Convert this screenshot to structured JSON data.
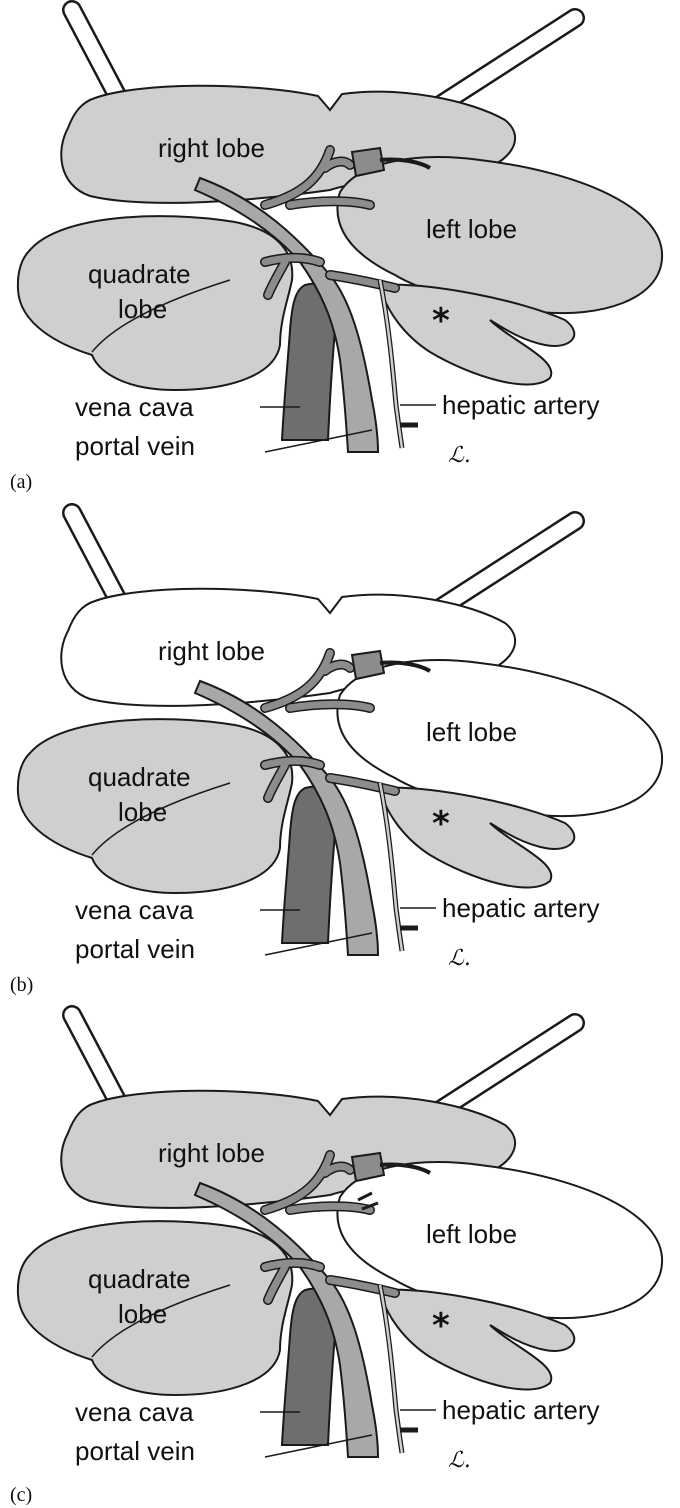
{
  "colors": {
    "lobe_gray": "#cfcfcf",
    "lobe_white": "#ffffff",
    "outline": "#1a1a1a",
    "vena_cava": "#6e6e6e",
    "portal_vein": "#a8a8a8",
    "vessel": "#8c8c8c"
  },
  "panels": [
    {
      "tag": "(a)",
      "left_lobe_fill": "gray",
      "right_lobe_fill": "gray",
      "labels": {
        "right_lobe": "right lobe",
        "left_lobe": "left lobe",
        "quadrate_1": "quadrate",
        "quadrate_2": "lobe",
        "vena_cava": "vena cava",
        "portal_vein": "portal vein",
        "hepatic_artery": "hepatic artery",
        "star": "*"
      }
    },
    {
      "tag": "(b)",
      "left_lobe_fill": "white",
      "right_lobe_fill": "white",
      "labels": {
        "right_lobe": "right lobe",
        "left_lobe": "left lobe",
        "quadrate_1": "quadrate",
        "quadrate_2": "lobe",
        "vena_cava": "vena cava",
        "portal_vein": "portal vein",
        "hepatic_artery": "hepatic artery",
        "star": "*"
      }
    },
    {
      "tag": "(c)",
      "left_lobe_fill": "white",
      "right_lobe_fill": "gray",
      "labels": {
        "right_lobe": "right lobe",
        "left_lobe": "left lobe",
        "quadrate_1": "quadrate",
        "quadrate_2": "lobe",
        "vena_cava": "vena cava",
        "portal_vein": "portal vein",
        "hepatic_artery": "hepatic artery",
        "star": "*"
      }
    }
  ]
}
